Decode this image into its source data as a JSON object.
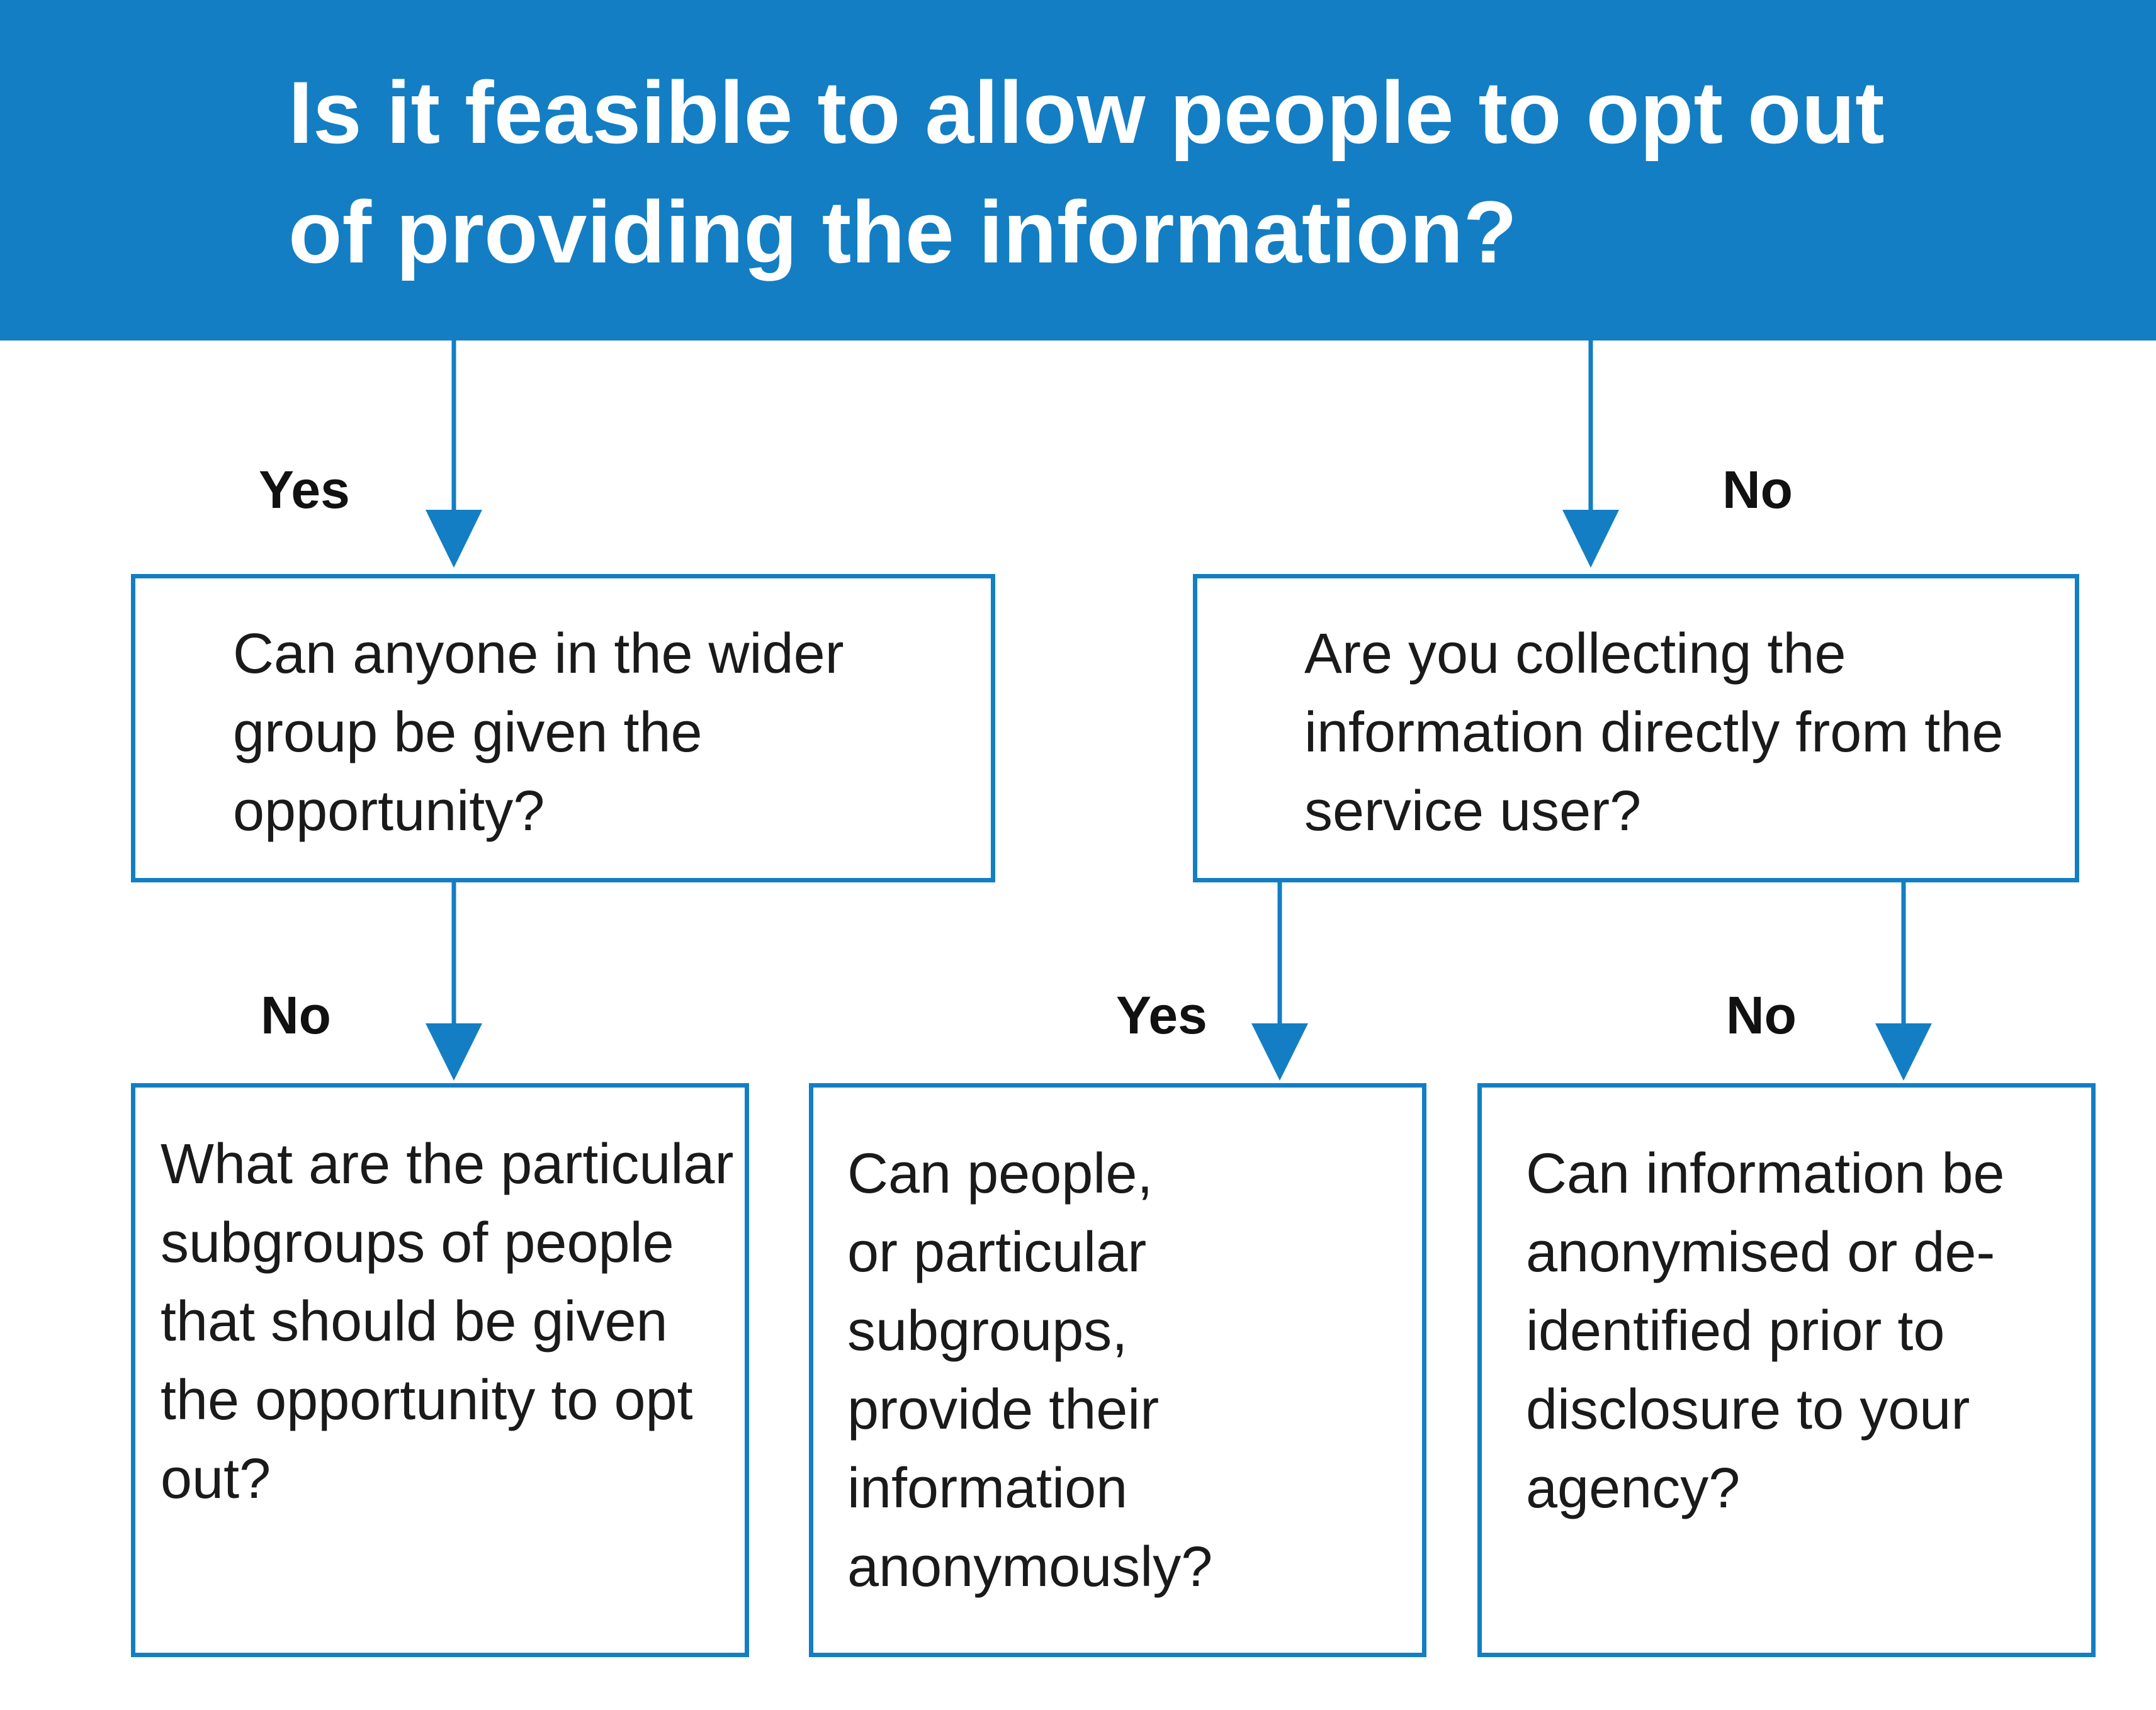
{
  "title": "Is it feasible to allow people to opt out of providing the information?",
  "colors": {
    "accent": "#137ec3",
    "header_text": "#ffffff",
    "body_text": "#1a1a1a"
  },
  "branches": {
    "top_yes": "Yes",
    "top_no": "No",
    "left_no": "No",
    "right_yes": "Yes",
    "right_no": "No"
  },
  "questions": {
    "wider_group": "Can anyone in the wider group be given the opportunity?",
    "collecting_directly": "Are you collecting the information directly from the service user?",
    "subgroups_opt_out": "What are the particular subgroups of people that should be given the opportunity to opt out?",
    "anonymously": "Can people, or particular subgroups, provide their information anonymously?",
    "de_identified": "Can information be anonymised or de-identified prior to disclosure to your agency?"
  }
}
